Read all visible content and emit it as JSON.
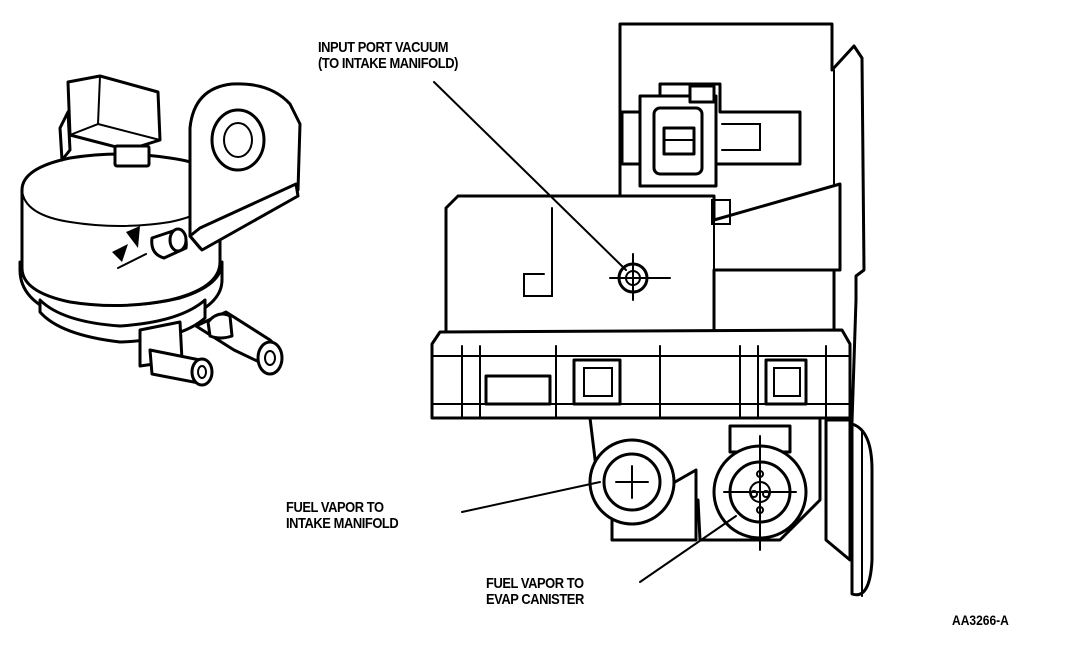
{
  "labels": {
    "input_port_line1": "INPUT PORT VACUUM",
    "input_port_line2": "(TO INTAKE MANIFOLD)",
    "intake_line1": "FUEL VAPOR TO",
    "intake_line2": "INTAKE MANIFOLD",
    "evap_line1": "FUEL VAPOR TO",
    "evap_line2": "EVAP CANISTER",
    "figure_code": "AA3266-A"
  },
  "colors": {
    "line": "#000000",
    "background": "#ffffff"
  }
}
